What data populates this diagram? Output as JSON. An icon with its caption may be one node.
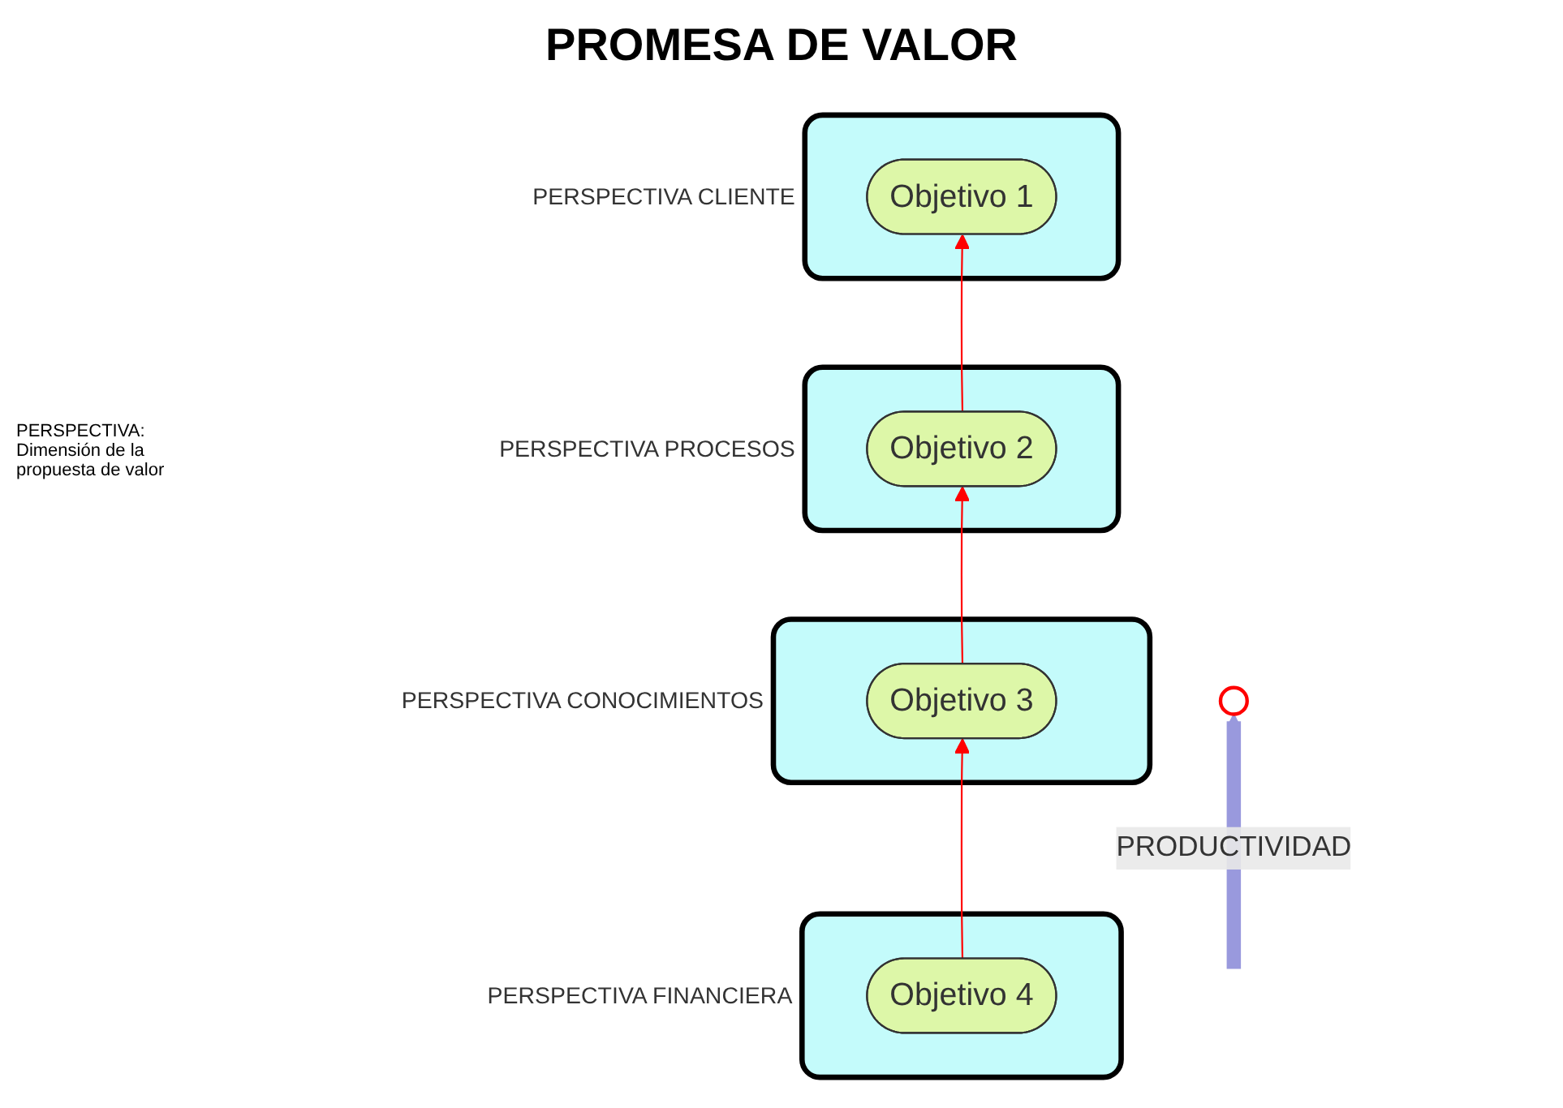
{
  "diagram": {
    "title": "PROMESA DE VALOR",
    "nodes": [
      {
        "text": [
          "PERSPECTIVA CLIENTE"
        ]
      },
      {
        "text": [
          "Objetivo 1"
        ],
        "in": 0
      },
      {
        "text": [
          "PERSPECTIVA PROCESOS"
        ]
      },
      {
        "text": [
          "Objetivo 2"
        ],
        "in": 2
      },
      {
        "text": [
          "PERSPECTIVA CONOCIMIENTOS"
        ]
      },
      {
        "text": [
          "Objetivo 3"
        ],
        "in": 4
      },
      {
        "text": [
          "PERSPECTIVA FINANCIERA"
        ]
      },
      {
        "text": [
          "Objetivo 4"
        ],
        "in": 6
      },
      {
        "text": [],
        "shape": "circle"
      }
    ],
    "edges": [
      {
        "from": 7,
        "to": 5,
        "arrow": "to",
        "color": "#ff0000"
      },
      {
        "from": 5,
        "to": 3,
        "arrow": "to",
        "color": "#ff0000"
      },
      {
        "from": 3,
        "to": 1,
        "arrow": "to",
        "color": "#ff0000"
      },
      {
        "from": null,
        "to": 8,
        "arrow": "to",
        "label": "PRODUCTIVIDAD",
        "style": "thick",
        "color": "#9999dd"
      }
    ],
    "labels": [
      "PERSPECTIVA: Dimensión de la propuesta de valor"
    ]
  }
}
